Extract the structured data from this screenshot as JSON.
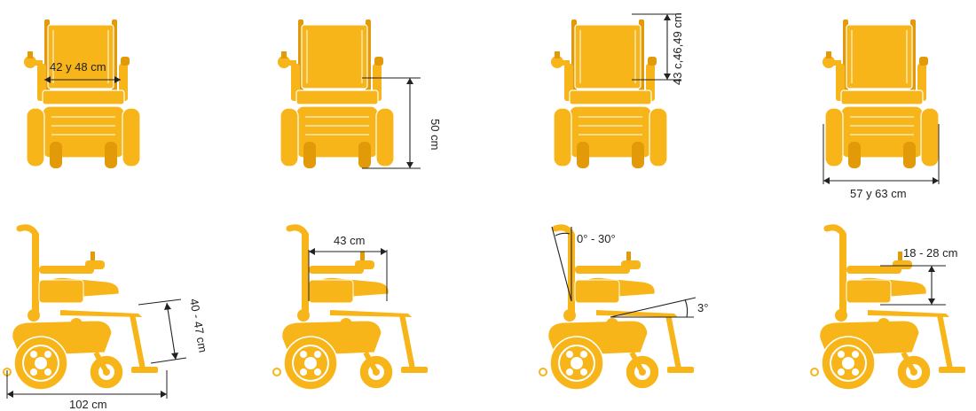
{
  "colors": {
    "chair_fill": "#f7b519",
    "chair_dark": "#e39a08",
    "chair_light": "#ffd15a",
    "line": "#222222"
  },
  "icons": {
    "front_view": "wheelchair-front-icon",
    "side_view": "wheelchair-side-icon"
  },
  "dimensions": {
    "seat_width": "42 y 48 cm",
    "seat_height": "50 cm",
    "backrest_height": "43 c,46,49 cm",
    "overall_width": "57 y 63 cm",
    "leg_length": "40 - 47 cm",
    "overall_length": "102 cm",
    "seat_depth": "43 cm",
    "backrest_angle": "0° - 30°",
    "seat_angle": "3°",
    "armrest_height": "18 - 28 cm"
  }
}
